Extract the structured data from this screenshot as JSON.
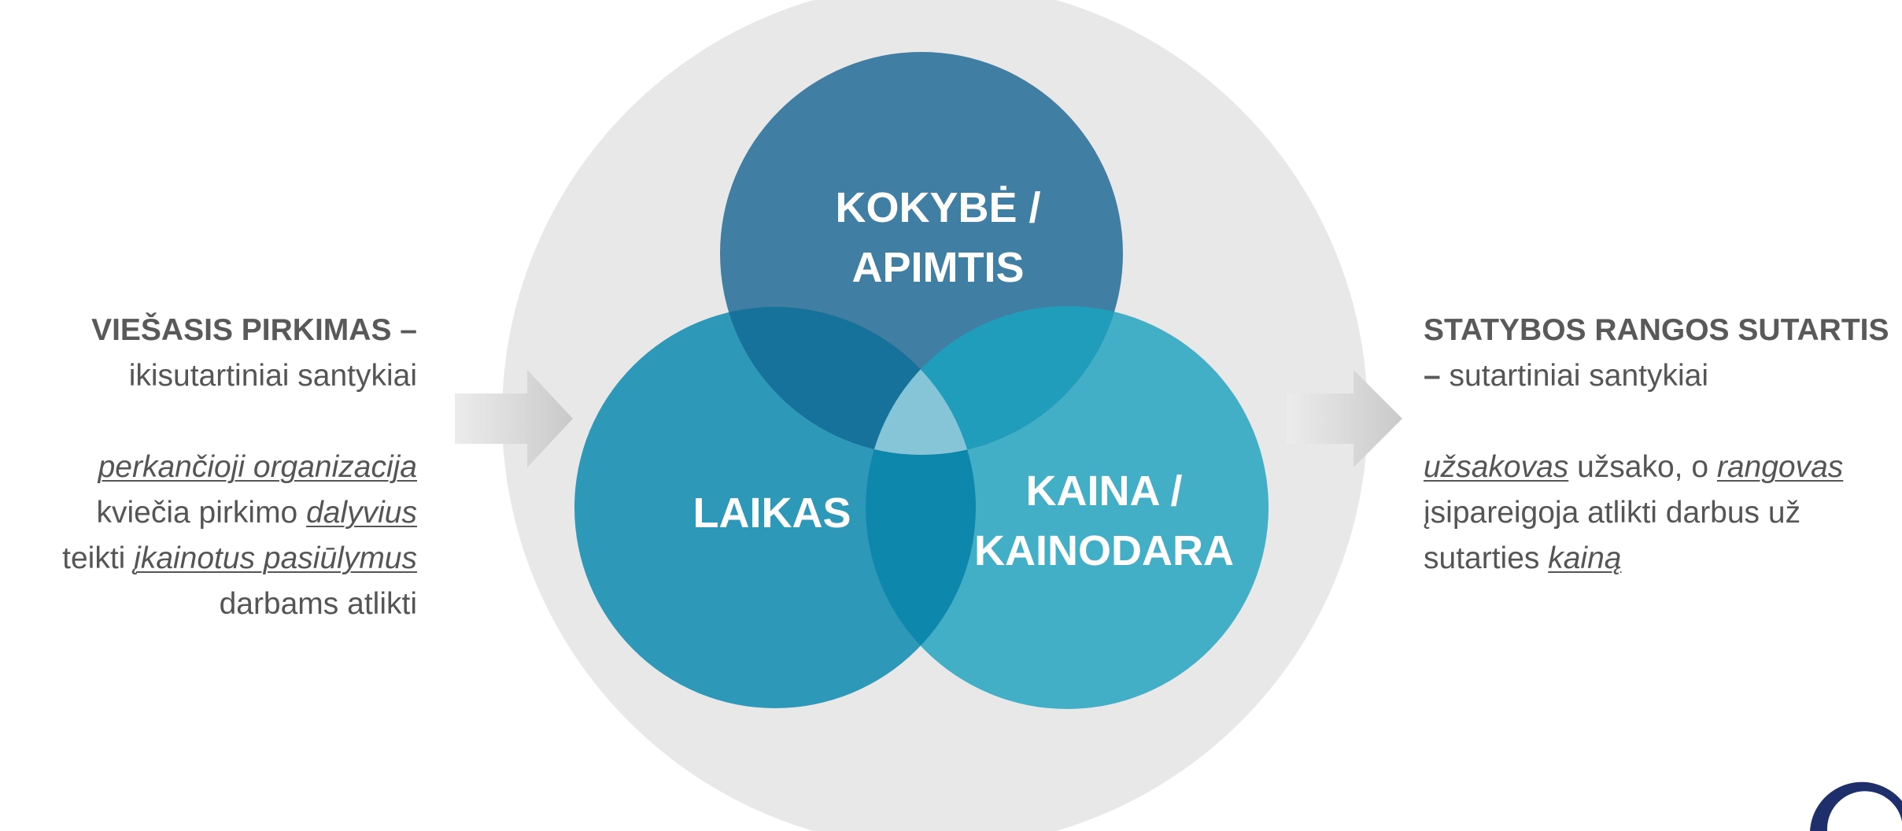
{
  "diagram": {
    "circles": {
      "top": {
        "line1": "KOKYBĖ /",
        "line2": "APIMTIS",
        "color": "#31739e"
      },
      "left": {
        "label": "LAIKAS",
        "color": "#1a8db7"
      },
      "right": {
        "line1": "KAINA /",
        "line2": "KAINODARA",
        "color": "#2aa6c2"
      }
    },
    "background_color": "#e8e8e8",
    "arrow_color": "#d9d9d9",
    "logo_color": "#1e2f6b"
  },
  "left_panel": {
    "heading": "VIEŠASIS PIRKIMAS –",
    "subheading": "ikisutartiniai santykiai",
    "p_lines": {
      "l1_u": "perkančioji organizacija",
      "l2_a": "kviečia pirkimo ",
      "l2_u": "dalyvius",
      "l3_a": "teikti ",
      "l3_u": "įkainotus pasiūlymus",
      "l4": "darbams atlikti"
    }
  },
  "right_panel": {
    "heading": "STATYBOS RANGOS SUTARTIS",
    "subheading_dash": "–",
    "subheading": " sutartiniai santykiai",
    "p_lines": {
      "l1_u1": "užsakovas",
      "l1_a": " užsako, o ",
      "l1_u2": "rangovas",
      "l2": "įsipareigoja atlikti darbus už",
      "l3_a": "sutarties ",
      "l3_u": "kainą"
    }
  }
}
